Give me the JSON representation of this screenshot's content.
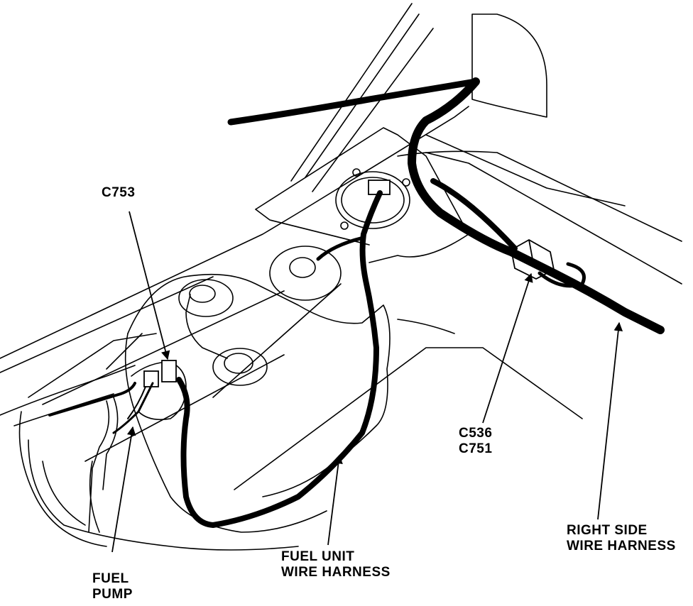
{
  "colors": {
    "ink": "#000000",
    "paper": "#ffffff"
  },
  "labels": {
    "c753": "C753",
    "c536": "C536",
    "c751": "C751",
    "fuel_pump_line1": "FUEL",
    "fuel_pump_line2": "PUMP",
    "fuel_unit_line1": "FUEL UNIT",
    "fuel_unit_line2": "WIRE HARNESS",
    "right_side_line1": "RIGHT SIDE",
    "right_side_line2": "WIRE HARNESS"
  }
}
